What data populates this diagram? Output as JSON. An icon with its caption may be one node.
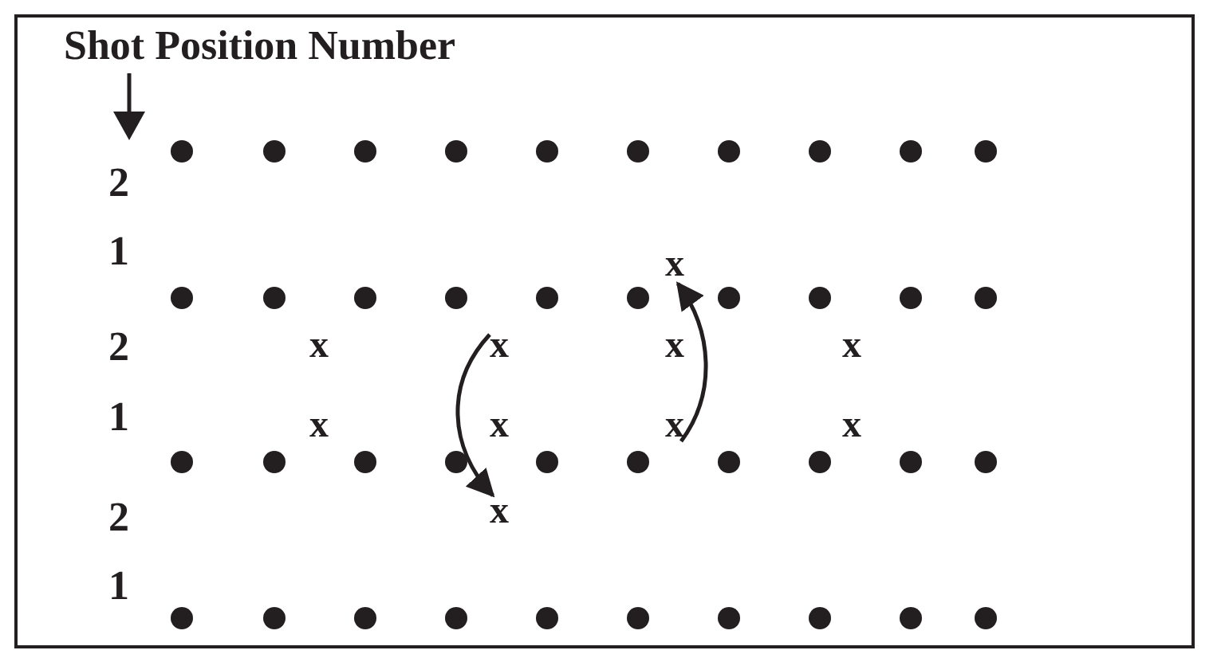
{
  "diagram": {
    "nodes": [
      {
        "text": [
          "x"
        ]
      },
      {
        "text": [
          "x"
        ]
      },
      {
        "text": [
          "x"
        ]
      },
      {
        "text": [
          "x"
        ]
      },
      {
        "text": [
          "x"
        ]
      },
      {
        "text": [
          "x"
        ]
      },
      {
        "text": [
          "x"
        ]
      },
      {
        "text": [
          "x"
        ]
      },
      {
        "text": [
          "x"
        ]
      },
      {
        "text": [
          "x"
        ]
      }
    ],
    "edges": [
      {
        "from": 2,
        "to": 9,
        "arrow": "to"
      },
      {
        "from": 7,
        "to": 0,
        "arrow": "to"
      }
    ],
    "labels": [
      "Shot Position Number",
      "2",
      "1",
      "2",
      "1",
      "2",
      "1"
    ]
  }
}
